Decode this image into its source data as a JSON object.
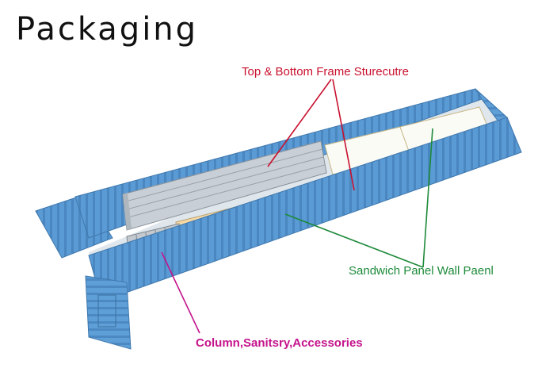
{
  "title": "Packaging",
  "labels": {
    "frame": "Top & Bottom Frame Sturecutre",
    "panel": "Sandwich Panel Wall Paenl",
    "column": "Column,Sanitsry,Accessories"
  },
  "colors": {
    "container": "#5b9bd5",
    "frame_label": "#c8102e",
    "panel_label": "#1d8a3a",
    "column_label": "#c4148c"
  }
}
